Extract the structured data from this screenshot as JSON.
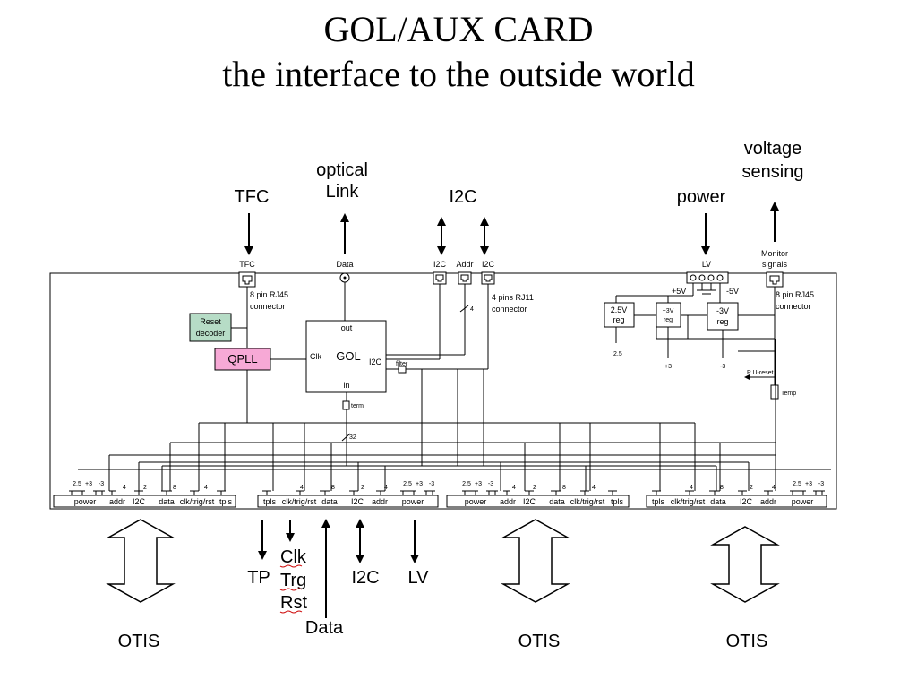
{
  "title": {
    "line1": "GOL/AUX CARD",
    "line2": "the interface to the outside world"
  },
  "top_labels": {
    "tfc": "TFC",
    "optical_link_1": "optical",
    "optical_link_2": "Link",
    "i2c": "I2C",
    "power": "power",
    "voltage_sensing_1": "voltage",
    "voltage_sensing_2": "sensing"
  },
  "connectors": {
    "tfc": "TFC",
    "data": "Data",
    "i2c_left": "I2C",
    "addr": "Addr",
    "i2c_right": "I2C",
    "lv": "LV",
    "monitor_1": "Monitor",
    "monitor_2": "signals",
    "rj45_1": "8 pin RJ45",
    "rj45_2": "connector",
    "rj11_1": "4 pins RJ11",
    "rj11_2": "connector",
    "rj45b_1": "8 pin RJ45",
    "rj45b_2": "connector"
  },
  "blocks": {
    "reset_decoder_1": "Reset",
    "reset_decoder_2": "decoder",
    "qpll": "QPLL",
    "gol": "GOL",
    "gol_out": "out",
    "gol_in": "in",
    "gol_clk": "Clk",
    "gol_i2c": "I2C",
    "filter": "filter",
    "term": "term",
    "bus32": "32",
    "bus4": "4"
  },
  "power_section": {
    "plus5v": "+5V",
    "minus5v": "-5V",
    "reg25_1": "2.5V",
    "reg25_2": "reg",
    "reg3p_1": "+3V",
    "reg3p_2": "reg",
    "reg3m_1": "-3V",
    "reg3m_2": "reg",
    "out25": "2.5",
    "out3p": "+3",
    "out3m": "-3",
    "pu_reset": "P U-reset",
    "temp": "Temp"
  },
  "headers": [
    {
      "labels": [
        "power",
        "addr",
        "I2C",
        "data",
        "clk/trig/rst",
        "tpls"
      ],
      "pwr": [
        "2.5",
        "+3",
        "-3"
      ],
      "nums": [
        "4",
        "2",
        "8",
        "4"
      ]
    },
    {
      "labels": [
        "tpls",
        "clk/trig/rst",
        "data",
        "I2C",
        "addr",
        "power"
      ],
      "pwr": [
        "2.5",
        "+3",
        "-3"
      ],
      "nums": [
        "4",
        "8",
        "2",
        "4"
      ]
    },
    {
      "labels": [
        "power",
        "addr",
        "I2C",
        "data",
        "clk/trig/rst",
        "tpls"
      ],
      "pwr": [
        "2.5",
        "+3",
        "-3"
      ],
      "nums": [
        "4",
        "2",
        "8",
        "4"
      ]
    },
    {
      "labels": [
        "tpls",
        "clk/trig/rst",
        "data",
        "I2C",
        "addr",
        "power"
      ],
      "pwr": [
        "2.5",
        "+3",
        "-3"
      ],
      "nums": [
        "4",
        "8",
        "2",
        "4"
      ]
    }
  ],
  "bottom_labels": {
    "otis": "OTIS",
    "tp": "TP",
    "clk": "Clk",
    "trg": "Trg",
    "rst": "Rst",
    "i2c": "I2C",
    "lv": "LV",
    "data": "Data"
  }
}
